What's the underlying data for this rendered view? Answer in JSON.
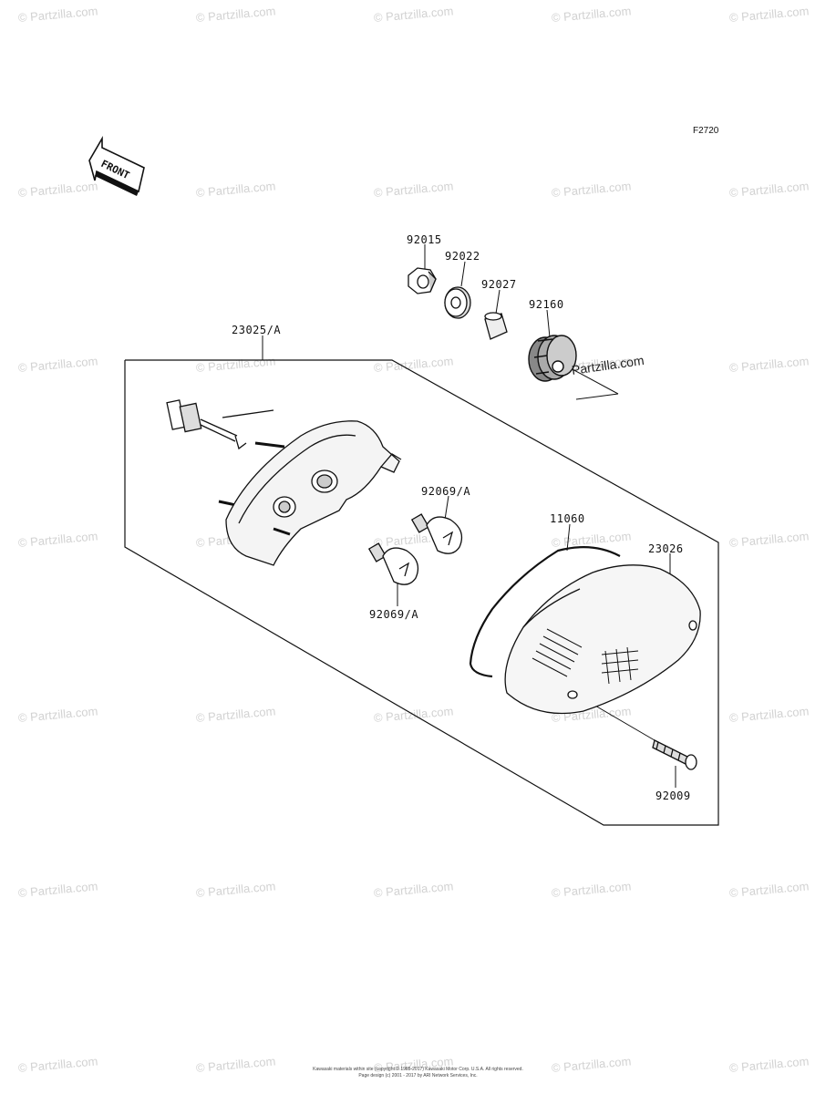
{
  "figure_code": "F2720",
  "front_arrow_label": "FRONT",
  "watermark_text": "© Partzilla.com",
  "brand_text": "Partzilla.com",
  "parts": [
    {
      "id": "p92015",
      "number": "92015"
    },
    {
      "id": "p92022",
      "number": "92022"
    },
    {
      "id": "p92027",
      "number": "92027"
    },
    {
      "id": "p92160",
      "number": "92160"
    },
    {
      "id": "p23025",
      "number": "23025/A"
    },
    {
      "id": "p92069a",
      "number": "92069/A"
    },
    {
      "id": "p92069b",
      "number": "92069/A"
    },
    {
      "id": "p11060",
      "number": "11060"
    },
    {
      "id": "p23026",
      "number": "23026"
    },
    {
      "id": "p92009",
      "number": "92009"
    }
  ],
  "copyright_line1": "Kawasaki materials within site (copyright © 1985-2017) Kawasaki Motor Corp. U.S.A. All rights reserved.",
  "copyright_line2": "Page design (c) 2001 - 2017 by ARI Network Services, Inc."
}
